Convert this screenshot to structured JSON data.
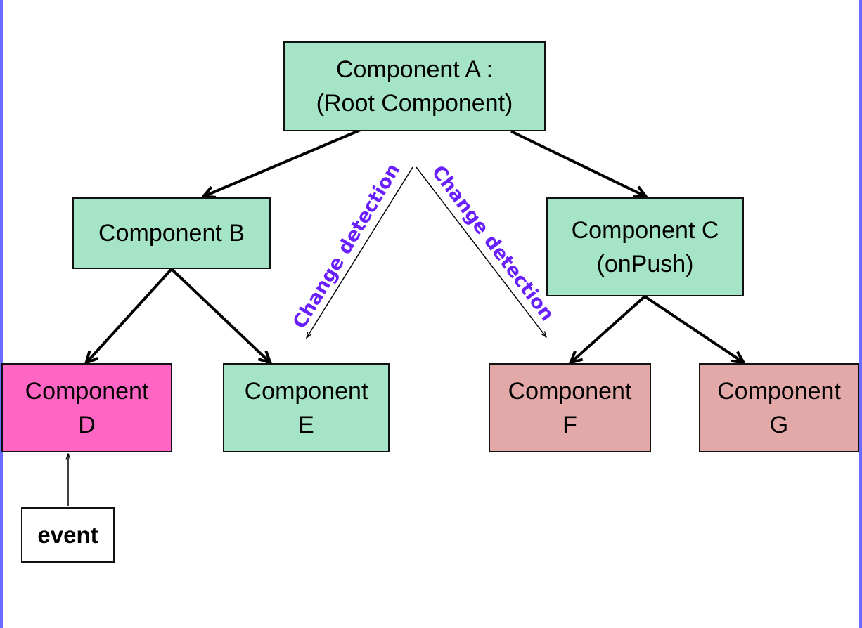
{
  "colors": {
    "default_node": "#a6e4c8",
    "event_source_node": "#ff66c4",
    "skipped_node": "#e3a9a9",
    "event_box": "#ffffff",
    "annotation": "#6a1fff",
    "page_border": "#6b6bff"
  },
  "nodes": {
    "a": {
      "line1": "Component A :",
      "line2": "(Root Component)"
    },
    "b": {
      "line1": "Component B"
    },
    "c": {
      "line1": "Component C",
      "line2": "(onPush)"
    },
    "d": {
      "line1": "Component",
      "line2": "D"
    },
    "e": {
      "line1": "Component",
      "line2": "E"
    },
    "f": {
      "line1": "Component",
      "line2": "F"
    },
    "g": {
      "line1": "Component",
      "line2": "G"
    },
    "event": {
      "label": "event"
    }
  },
  "annotations": {
    "left": "Change detection",
    "right": "Change detection"
  }
}
